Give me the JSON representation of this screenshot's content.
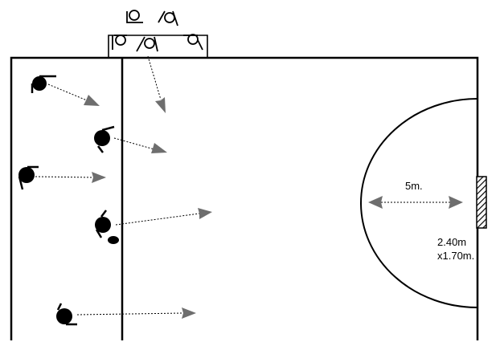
{
  "labels": {
    "distance": "5m.",
    "goal_size_line1": "2.40m",
    "goal_size_line2": "x1.70m."
  },
  "colors": {
    "ink": "#000000",
    "arrowhead": "#6e6e6e",
    "background": "#ffffff"
  },
  "players": {
    "dark_count": 5,
    "outline_count": 5
  }
}
